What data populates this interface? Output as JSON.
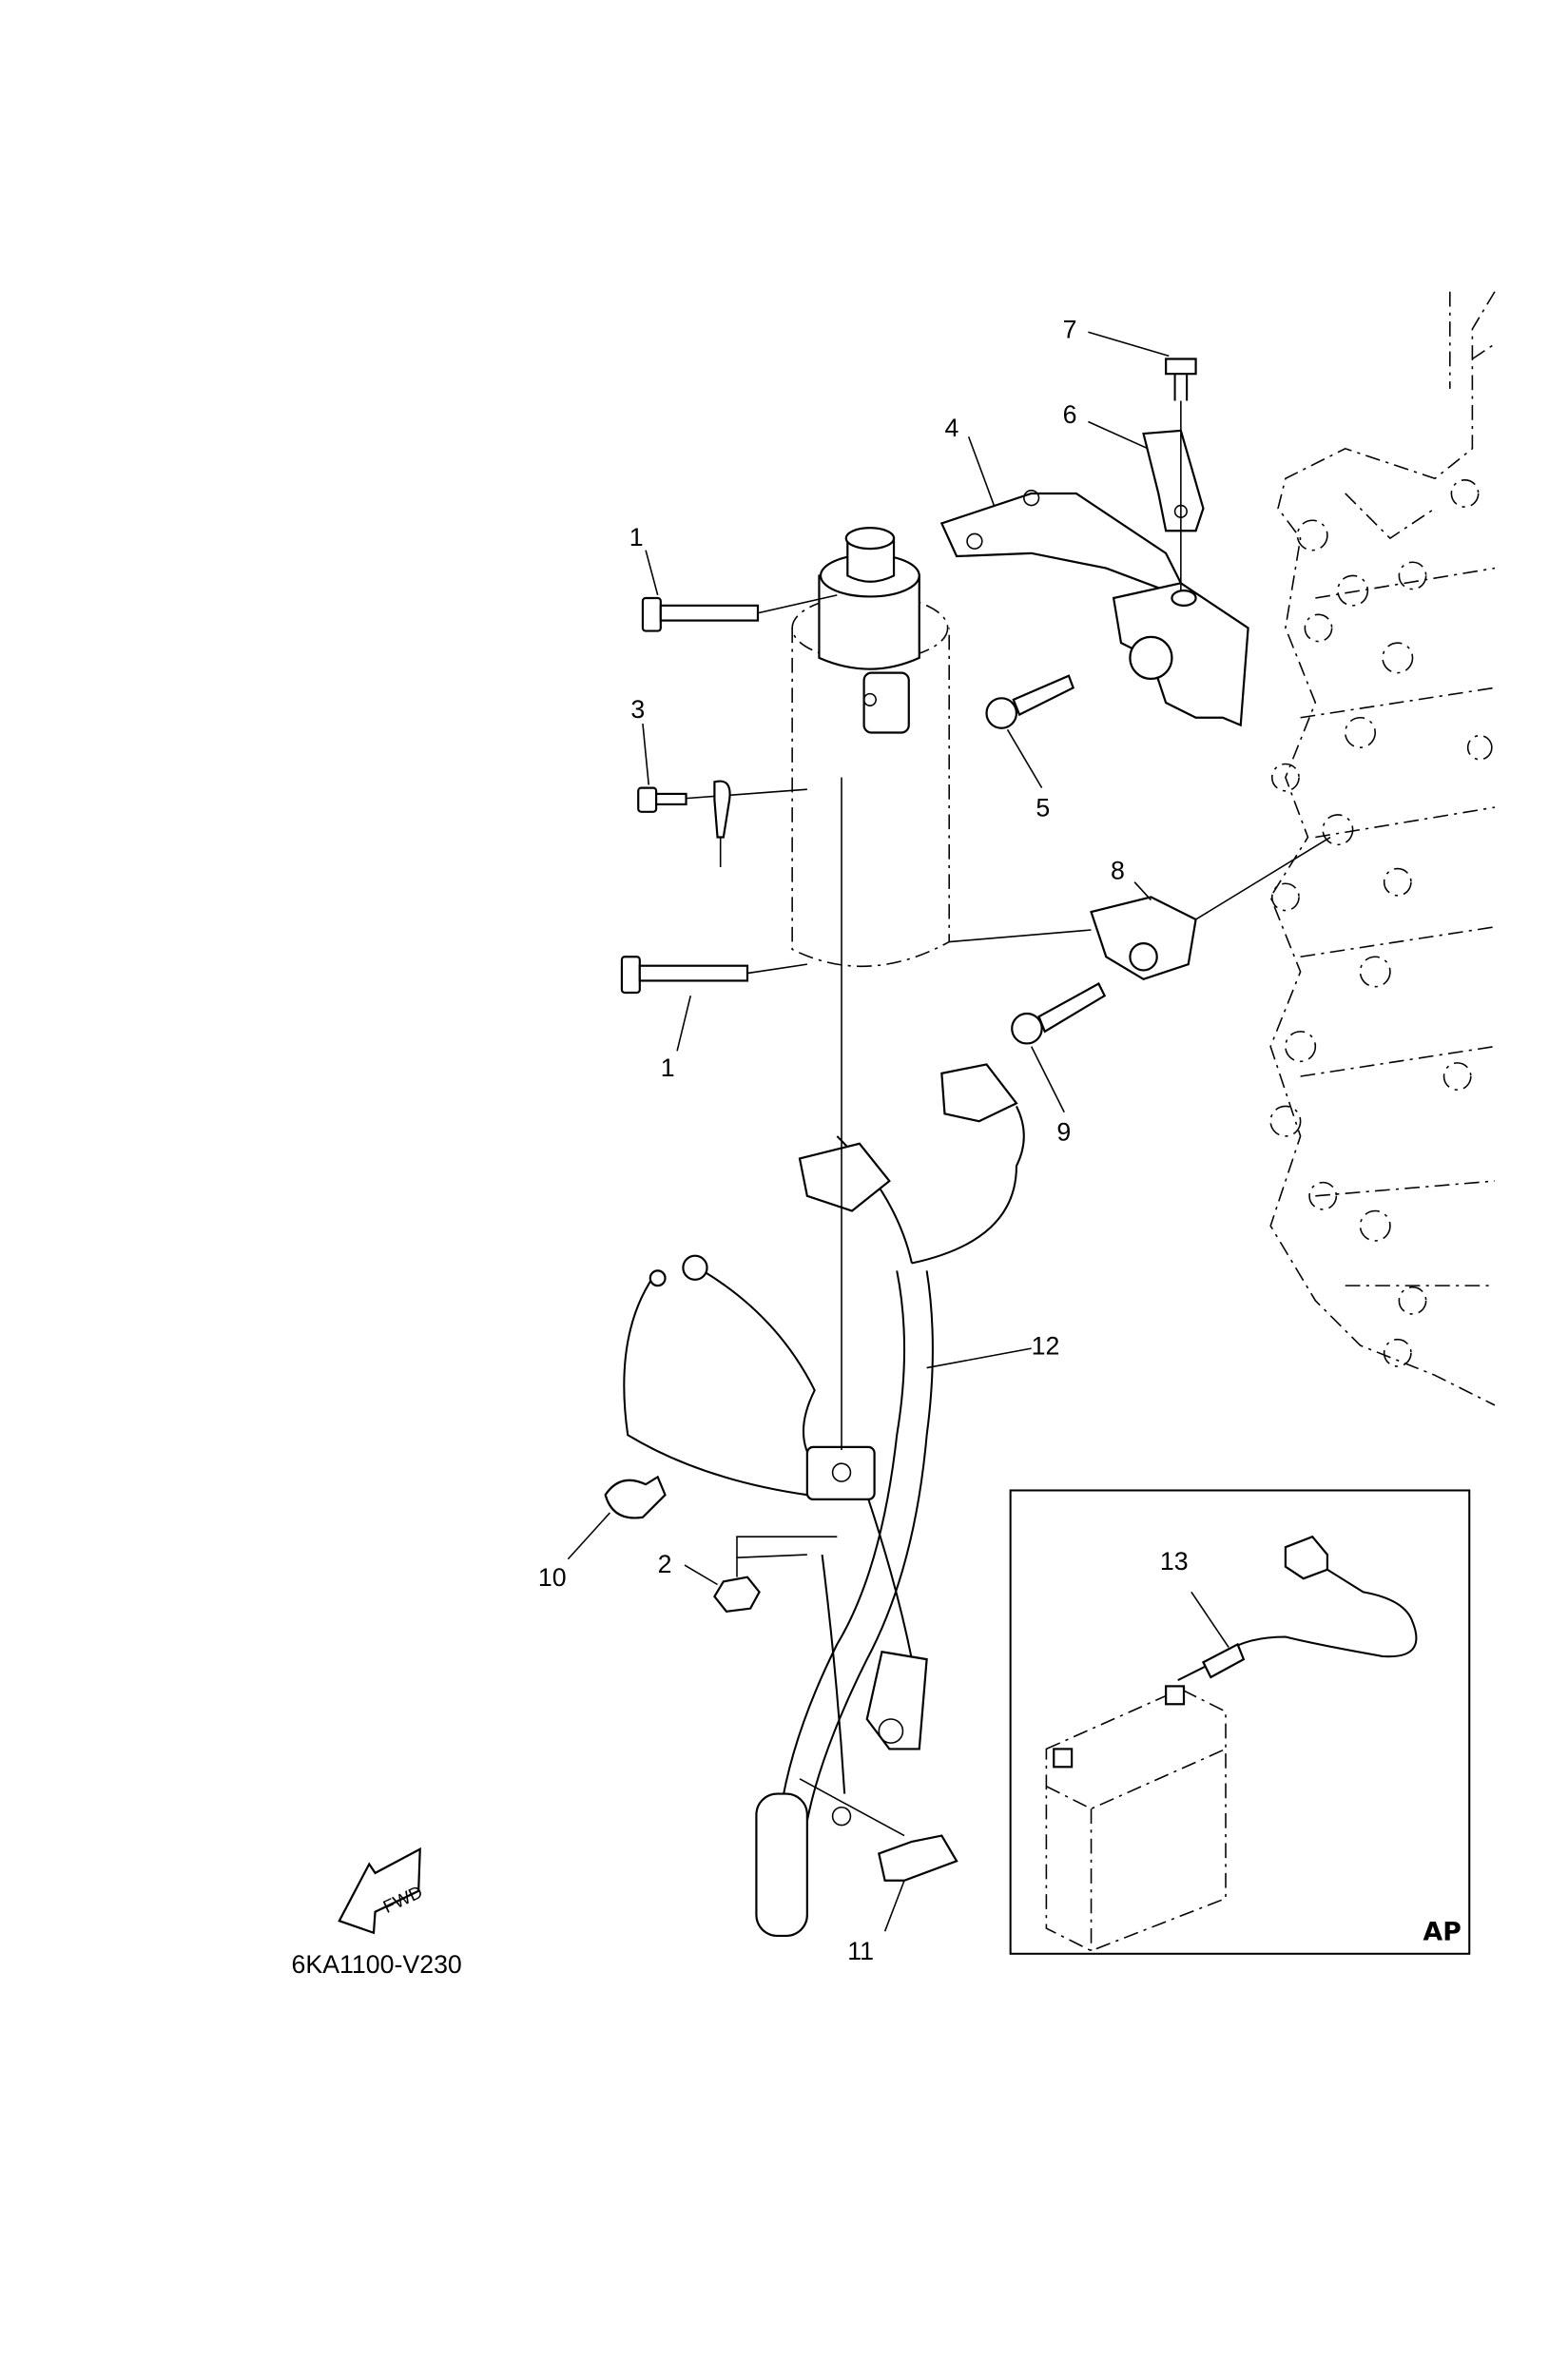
{
  "diagram": {
    "code": "6KA1100-V230",
    "fwd_label": "FWD",
    "inset_label": "AP",
    "callouts": [
      "1",
      "1",
      "2",
      "3",
      "4",
      "5",
      "6",
      "7",
      "8",
      "9",
      "10",
      "11",
      "12",
      "13"
    ]
  }
}
